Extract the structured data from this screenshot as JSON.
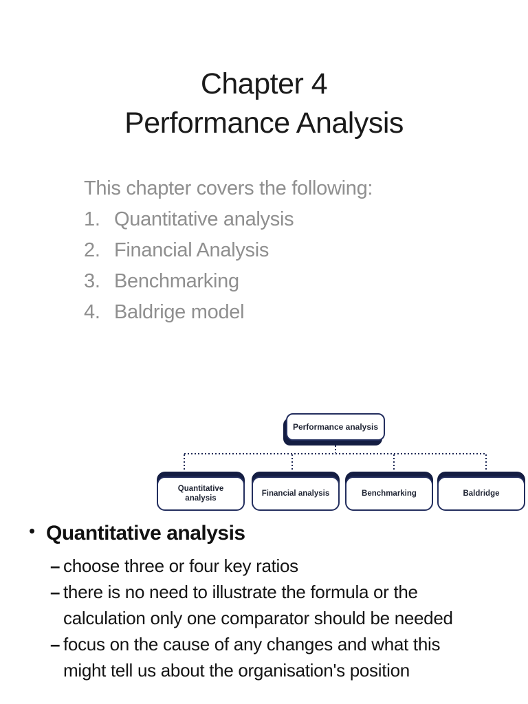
{
  "page": {
    "background": "#ffffff"
  },
  "title": {
    "line1": "Chapter 4",
    "line2": "Performance Analysis"
  },
  "chapter_list": {
    "intro": "This chapter covers the following:",
    "items": [
      {
        "num": "1.",
        "text": "Quantitative analysis"
      },
      {
        "num": "2.",
        "text": "Financial Analysis"
      },
      {
        "num": "3.",
        "text": "Benchmarking"
      },
      {
        "num": "4.",
        "text": "Baldrige model"
      }
    ]
  },
  "diagram": {
    "root_label": "Performance analysis",
    "children": [
      {
        "label": "Quantitative analysis"
      },
      {
        "label": "Financial analysis"
      },
      {
        "label": "Benchmarking"
      },
      {
        "label": "Baldridge"
      }
    ],
    "colors": {
      "navy_border": "#232e5e",
      "dark_cap": "#141d42",
      "dotted_line": "#1f2a56",
      "box_fill": "#ffffff",
      "label": "#1f2433"
    },
    "connector_style": "dotted"
  },
  "bullets": {
    "marker": "•",
    "dash": "–",
    "heading": "Quantitative analysis",
    "items": [
      {
        "lines": [
          "choose three or four key ratios"
        ]
      },
      {
        "lines": [
          "there is no need to illustrate the formula or the",
          "calculation only one comparator should be needed"
        ]
      },
      {
        "lines": [
          "focus on the cause of any changes and what this",
          "might tell us about the organisation's position"
        ]
      }
    ]
  },
  "text_colors": {
    "title": "#1a1a1a",
    "overview_gray": "#8f8f8f",
    "body": "#141414"
  }
}
